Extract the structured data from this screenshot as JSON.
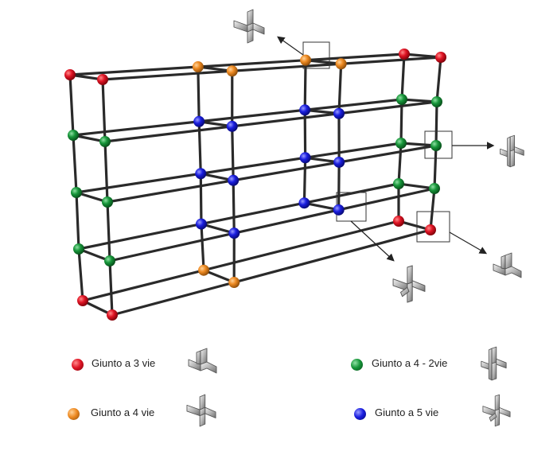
{
  "colors": {
    "three_way": "#e01525",
    "four_way": "#ee8a22",
    "four_way_2": "#17963a",
    "five_way": "#1a1ee0",
    "frame": "#2a2a2a",
    "connector_metal": "#9a9a9a"
  },
  "icons": {
    "three_way": "corner-connector-3-way-icon",
    "four_way": "t-connector-4-way-icon",
    "four_way_2": "cross-connector-4-way-2-icon",
    "five_way": "cross-connector-5-way-icon"
  },
  "legend": {
    "three_way": "Giunto a 3 vie",
    "four_way_2": "Giunto a 4 - 2vie",
    "four_way": "Giunto a 4 vie",
    "five_way": "Giunto a 5 vie"
  }
}
